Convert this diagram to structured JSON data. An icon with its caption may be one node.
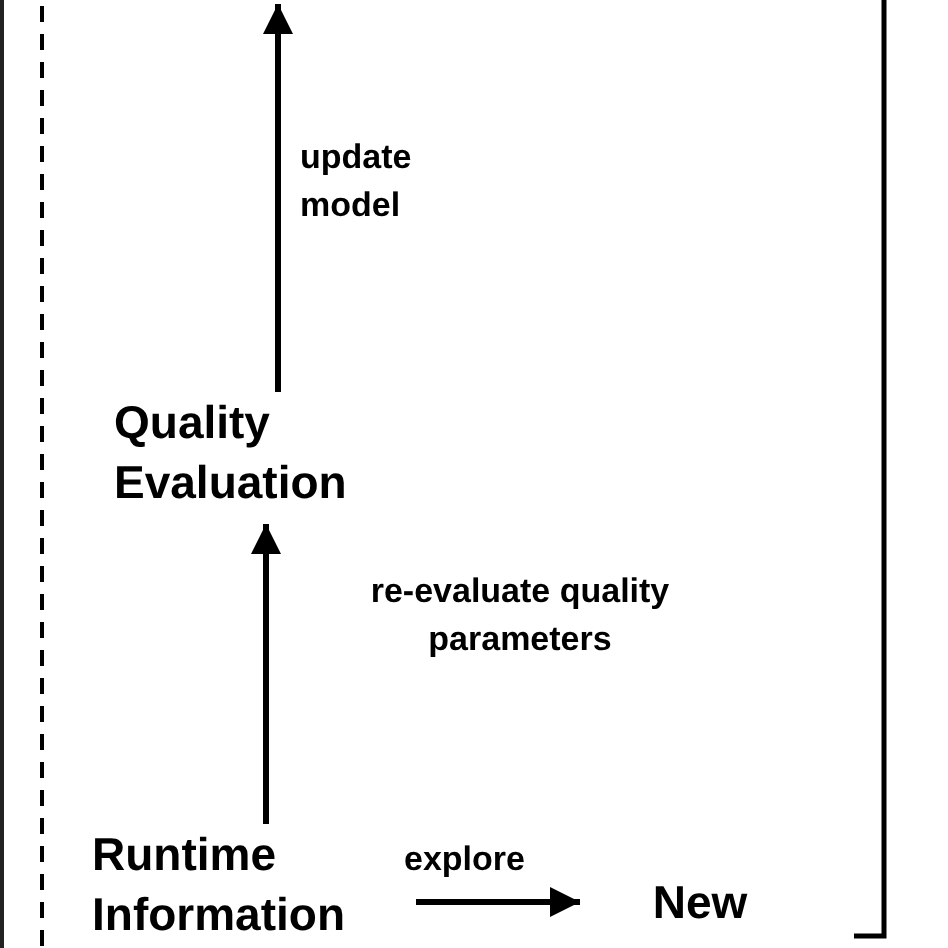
{
  "diagram": {
    "nodes": [
      {
        "text": [
          "Runtime Information"
        ]
      },
      {
        "text": [
          "Quality Evaluation"
        ]
      },
      {
        "text": [
          "New"
        ]
      }
    ],
    "edges": [
      {
        "from": 0,
        "to": 1,
        "arrow": "to",
        "label": "re-evaluate quality parameters"
      },
      {
        "from": 1,
        "to": null,
        "arrow": "to",
        "label": "update model"
      },
      {
        "from": 0,
        "to": 2,
        "arrow": "to",
        "label": "explore"
      }
    ]
  }
}
